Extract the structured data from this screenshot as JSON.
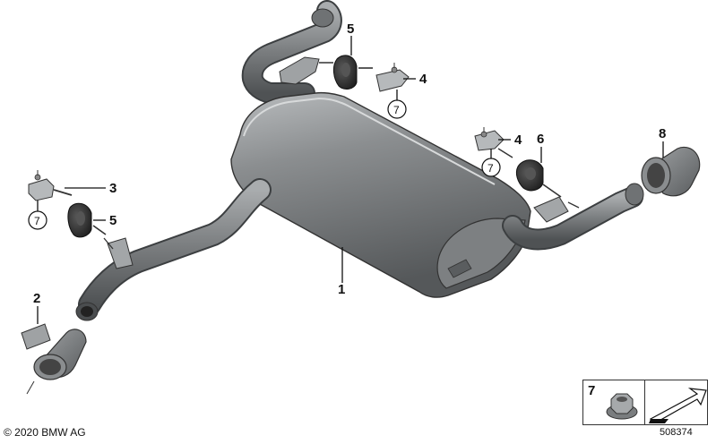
{
  "callouts": {
    "c1": "1",
    "c2": "2",
    "c3": "3",
    "c4a": "4",
    "c4b": "4",
    "c5a": "5",
    "c5b": "5",
    "c6": "6",
    "c7a": "7",
    "c7b": "7",
    "c7c": "7",
    "c8": "8"
  },
  "legend": {
    "ref": "7"
  },
  "footer": {
    "copyright": "© 2020 BMW AG",
    "diagram_id": "508374"
  },
  "colors": {
    "metal_dark": "#6b6e70",
    "metal_mid": "#9a9d9f",
    "metal_light": "#c9cbcc",
    "rubber": "#2a2a2a",
    "outline": "#333333"
  }
}
